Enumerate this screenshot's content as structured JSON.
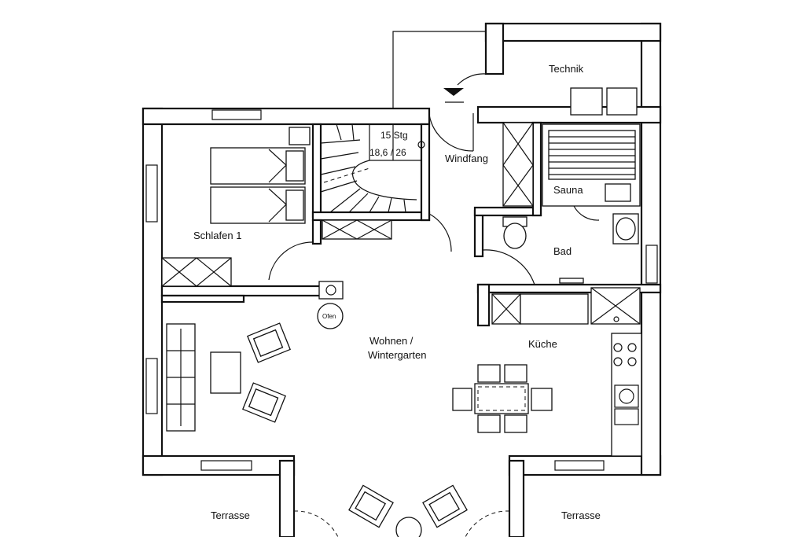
{
  "rooms": {
    "technik": "Technik",
    "windfang": "Windfang",
    "sauna": "Sauna",
    "schlafen": "Schlafen 1",
    "bad": "Bad",
    "wohnen_line1": "Wohnen /",
    "wohnen_line2": "Wintergarten",
    "kueche": "Küche",
    "terrasse_left": "Terrasse",
    "terrasse_right": "Terrasse"
  },
  "stairs": {
    "steps": "15 Stg",
    "ratio": "18,6 / 26"
  },
  "fixtures": {
    "ofen": "Ofen"
  }
}
